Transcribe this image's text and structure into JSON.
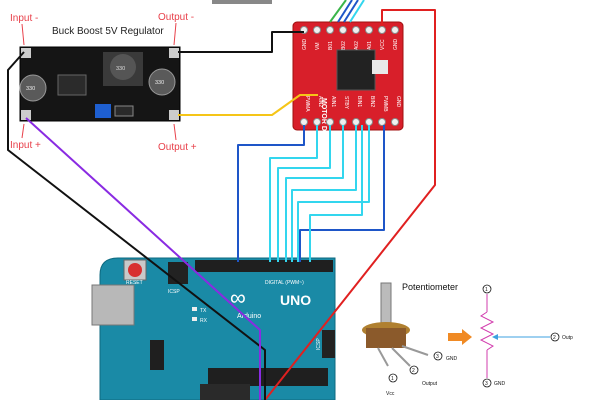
{
  "regulator": {
    "title": "Buck Boost 5V Regulator",
    "input_minus": "Input -",
    "input_plus": "Input +",
    "output_minus": "Output -",
    "output_plus": "Output +",
    "cap_label_1": "330",
    "cap_label_2": "330"
  },
  "motor_driver": {
    "brand_text": "MOTOR DRIVER",
    "top_pins": [
      "GND",
      "VM",
      "B01",
      "B02",
      "A02",
      "A01",
      "VCC",
      "GND"
    ],
    "bottom_pins": [
      "PWMA",
      "AIN2",
      "AIN1",
      "STBY",
      "BIN1",
      "BIN2",
      "PWMB",
      "GND"
    ]
  },
  "arduino": {
    "board_name": "UNO",
    "brand": "Arduino",
    "reset_label": "RESET",
    "digital_label": "DIGITAL (PWM~)",
    "tx_label": "TX",
    "rx_label": "RX",
    "icsp_label": "ICSP",
    "icsp2_label": "ICSP"
  },
  "potentiometer": {
    "title": "Potentiometer",
    "pin1": "1",
    "pin2": "2",
    "pin3": "3",
    "gnd_label": "GND",
    "output_label": "Output",
    "vcc_label": "Vcc"
  },
  "schematic": {
    "pin1": "1",
    "pin2": "2",
    "pin3": "3",
    "output_label": "Outp",
    "gnd_label": "GND"
  },
  "colors": {
    "wire_red": "#e02020",
    "wire_black": "#111111",
    "wire_purple": "#8a2be2",
    "wire_yellow": "#f5c518",
    "wire_blue": "#1e56c8",
    "wire_cyan": "#33d6ee",
    "board_red": "#d81f2a",
    "arduino_teal": "#1a8aa6",
    "regulator_black": "#1b1b1b"
  }
}
